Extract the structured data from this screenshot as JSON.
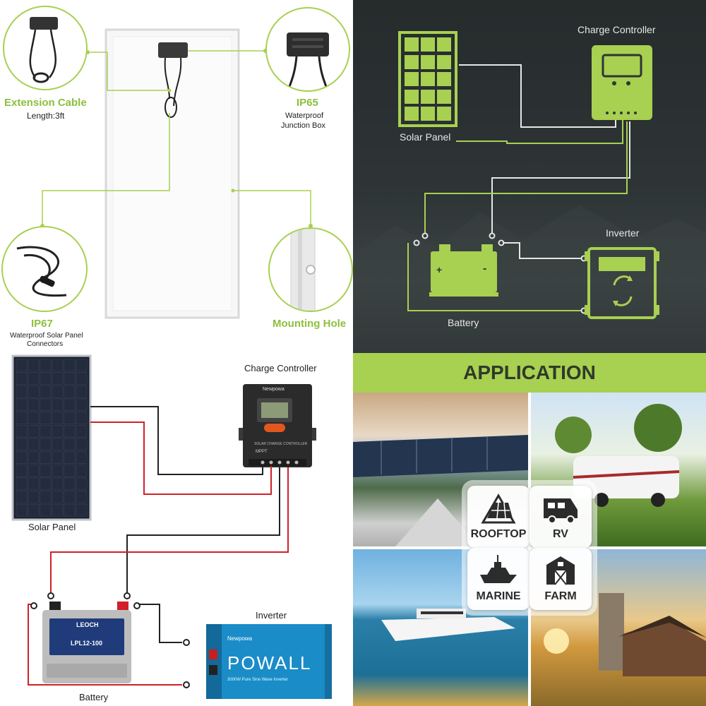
{
  "specs": {
    "extension_cable": {
      "title": "Extension Cable",
      "detail": "Length:3ft"
    },
    "junction_box": {
      "title": "IP65",
      "line1": "Waterproof",
      "line2": "Junction Box"
    },
    "connectors": {
      "title": "IP67",
      "line1": "Waterproof Solar Panel",
      "line2": "Connectors"
    },
    "mounting_hole": {
      "title": "Mounting Hole"
    }
  },
  "wiring_dark": {
    "solar_panel": "Solar Panel",
    "charge_controller": "Charge Controller",
    "battery": "Battery",
    "inverter": "Inverter",
    "battery_plus": "+",
    "battery_minus": "-"
  },
  "wiring_light": {
    "solar_panel": "Solar Panel",
    "charge_controller": "Charge Controller",
    "battery": "Battery",
    "inverter": "Inverter",
    "controller_brand": "Newpowa",
    "controller_model": "SOLAR CHARGE CONTROLLER",
    "controller_type": "MPPT",
    "battery_brand": "LEOCH",
    "battery_model": "LPL12-100",
    "inverter_brand": "Newpowa",
    "inverter_name": "POWALL",
    "inverter_sub": "3000W Pure Sine Wave Inverter"
  },
  "application": {
    "title": "APPLICATION",
    "items": [
      "ROOFTOP",
      "RV",
      "MARINE",
      "FARM"
    ]
  },
  "colors": {
    "accent": "#a8d051",
    "dark_bg": "#2e3536",
    "red_wire": "#d0202a"
  }
}
